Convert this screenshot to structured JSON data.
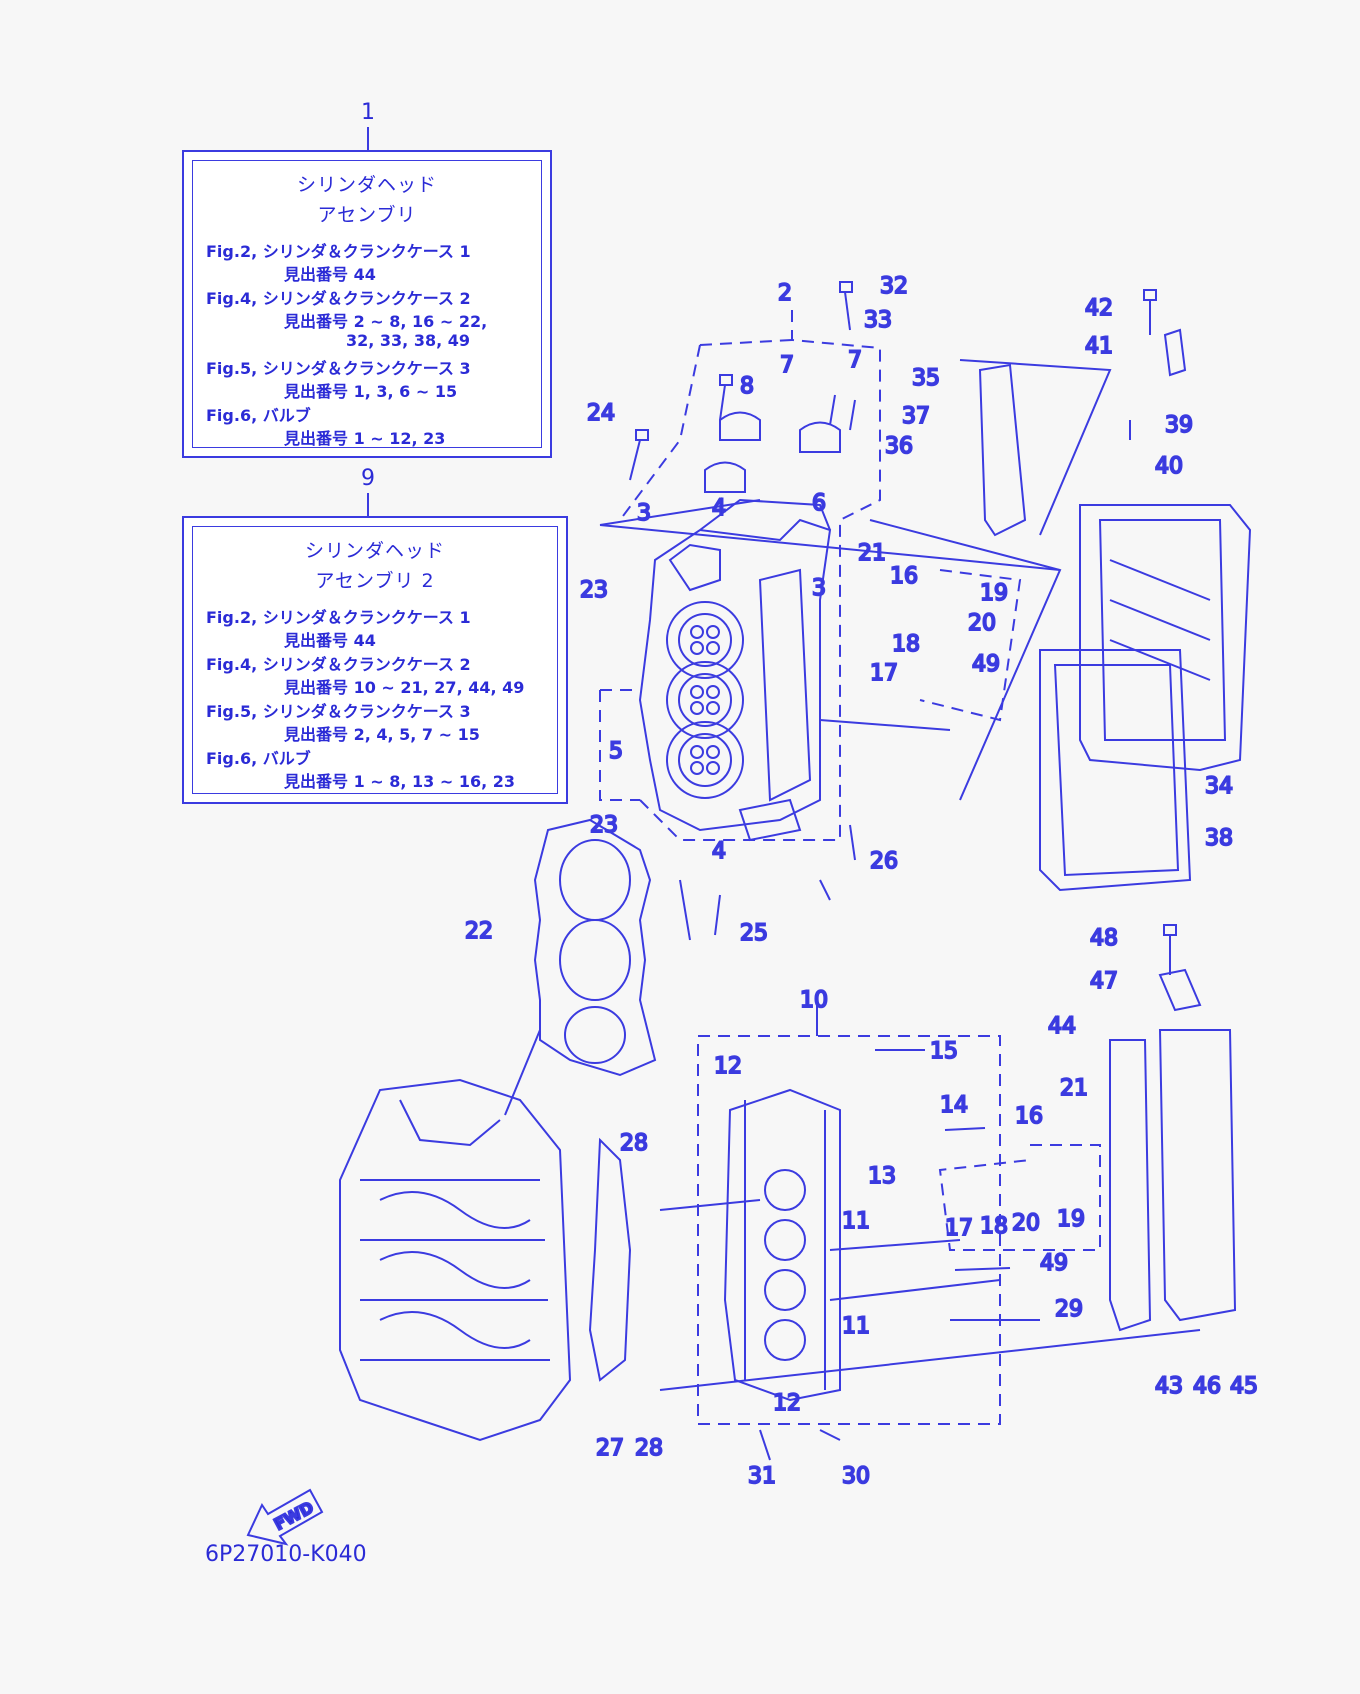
{
  "box1": {
    "number": "1",
    "title_line1": "シリンダヘッド",
    "title_line2": "アセンブリ",
    "refs": [
      {
        "fig": "Fig.2, シリンダ＆クランクケース 1",
        "items": "見出番号 44"
      },
      {
        "fig": "Fig.4, シリンダ＆クランクケース 2",
        "items": "見出番号 2 ~ 8, 16 ~ 22,",
        "items2": "32, 33, 38, 49"
      },
      {
        "fig": "Fig.5, シリンダ＆クランクケース 3",
        "items": "見出番号 1, 3, 6 ~ 15"
      },
      {
        "fig": "Fig.6, バルブ",
        "items": "見出番号 1 ~ 12, 23"
      }
    ]
  },
  "box2": {
    "number": "9",
    "title_line1": "シリンダヘッド",
    "title_line2": "アセンブリ 2",
    "refs": [
      {
        "fig": "Fig.2, シリンダ＆クランクケース 1",
        "items": "見出番号 44"
      },
      {
        "fig": "Fig.4, シリンダ＆クランクケース 2",
        "items": "見出番号 10 ~ 21, 27, 44, 49"
      },
      {
        "fig": "Fig.5, シリンダ＆クランクケース 3",
        "items": "見出番号 2, 4, 5, 7 ~ 15"
      },
      {
        "fig": "Fig.6, バルブ",
        "items": "見出番号 1 ~ 8, 13 ~ 16, 23"
      }
    ]
  },
  "callouts": {
    "c2": "2",
    "c3a": "3",
    "c3b": "3",
    "c4a": "4",
    "c4b": "4",
    "c5": "5",
    "c6": "6",
    "c7a": "7",
    "c7b": "7",
    "c8": "8",
    "c10": "10",
    "c11a": "11",
    "c11b": "11",
    "c12a": "12",
    "c12b": "12",
    "c13": "13",
    "c14": "14",
    "c15": "15",
    "c16a": "16",
    "c16b": "16",
    "c17a": "17",
    "c17b": "17",
    "c18a": "18",
    "c18b": "18",
    "c19a": "19",
    "c19b": "19",
    "c20a": "20",
    "c20b": "20",
    "c21a": "21",
    "c21b": "21",
    "c22": "22",
    "c23a": "23",
    "c23b": "23",
    "c24": "24",
    "c25": "25",
    "c26": "26",
    "c27": "27",
    "c28a": "28",
    "c28b": "28",
    "c29": "29",
    "c30": "30",
    "c31": "31",
    "c32": "32",
    "c33": "33",
    "c34": "34",
    "c35": "35",
    "c36": "36",
    "c37": "37",
    "c38": "38",
    "c39": "39",
    "c40": "40",
    "c41": "41",
    "c42": "42",
    "c43": "43",
    "c44": "44",
    "c45": "45",
    "c46": "46",
    "c47": "47",
    "c48": "48",
    "c49a": "49",
    "c49b": "49"
  },
  "fwd_label": "FWD",
  "diagram_code": "6P27010-K040",
  "colors": {
    "line": "#3b3be0",
    "text": "#2b2bd6",
    "background": "#f7f7f7"
  }
}
